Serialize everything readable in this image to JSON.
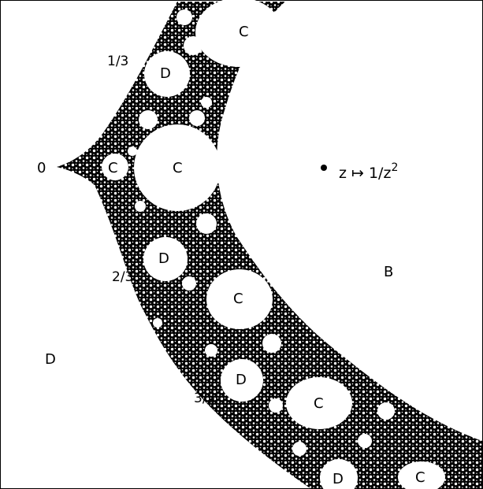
{
  "colors": {
    "background": "#ffffff",
    "fractal": "#000000",
    "frame": "#000000"
  },
  "labels": {
    "zero": "0",
    "one_third": "1/3",
    "two_thirds": "2/3",
    "three_fifths": "3/5",
    "map": "z ↦ 1/z",
    "map_exponent": "2",
    "region_b": "B",
    "region_d": "D",
    "region_c": "C"
  }
}
